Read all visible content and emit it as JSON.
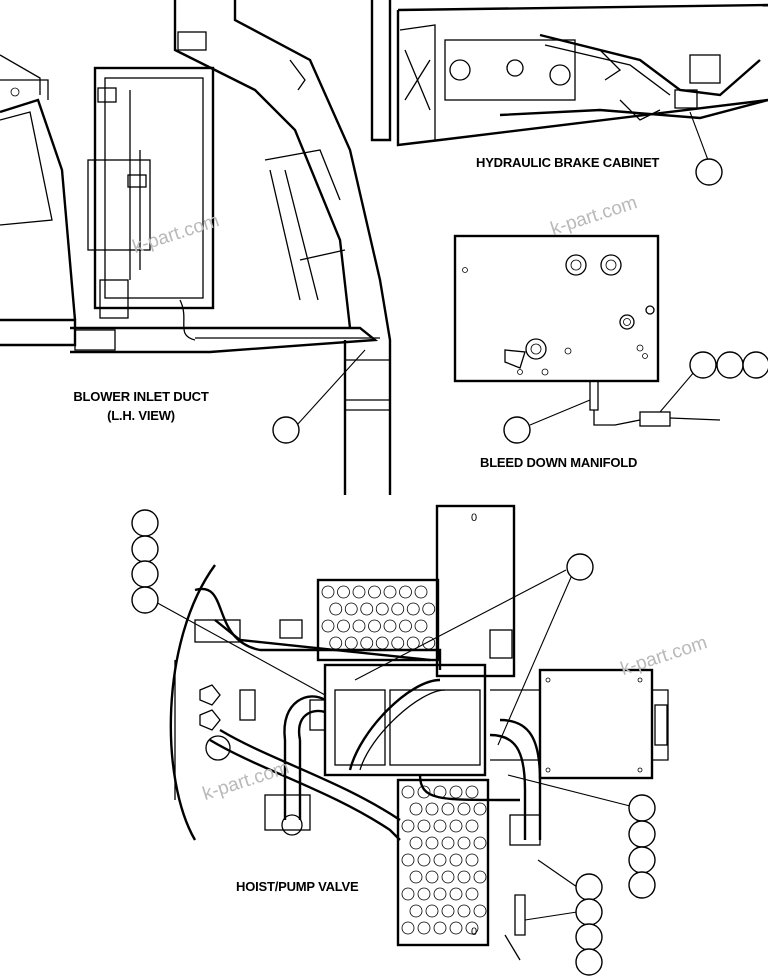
{
  "labels": {
    "blower_inlet_duct": "BLOWER INLET DUCT",
    "lh_view": "(L.H. VIEW)",
    "hydraulic_brake_cabinet": "HYDRAULIC BRAKE CABINET",
    "bleed_down_manifold": "BLEED DOWN MANIFOLD",
    "hoist_pump_valve": "HOIST/PUMP VALVE"
  },
  "watermark": "k-part.com",
  "plate_marks": {
    "hoist_plate_top": "0",
    "hoist_plate_bottom": "0"
  }
}
